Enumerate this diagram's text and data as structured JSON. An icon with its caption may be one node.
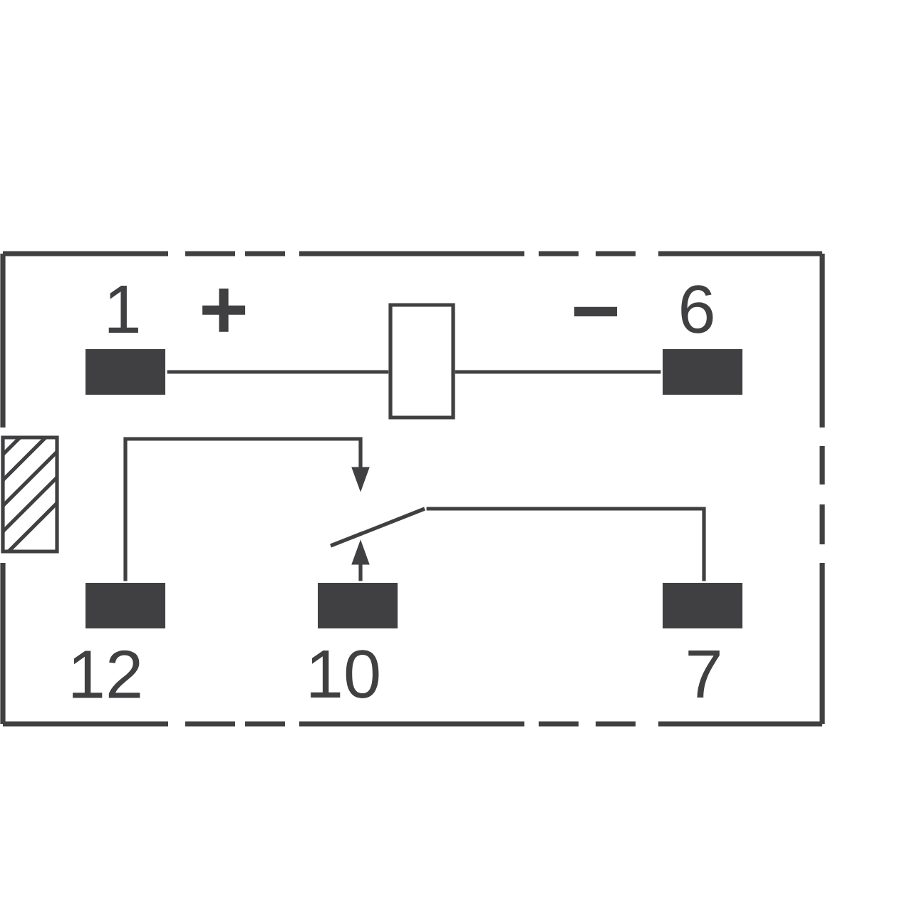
{
  "diagram": {
    "nodes": [
      {
        "text": [
          "1"
        ]
      },
      {
        "text": [],
        "shape": "box"
      },
      {
        "text": [
          "6"
        ]
      },
      {
        "text": [
          "12"
        ]
      },
      {
        "text": [
          "10"
        ]
      },
      {
        "text": [
          "7"
        ]
      },
      {
        "text": [],
        "shape": "switch"
      }
    ],
    "edges": [
      {
        "from": 0,
        "to": 1,
        "arrow": "none"
      },
      {
        "from": 1,
        "to": 2,
        "arrow": "none"
      },
      {
        "from": 3,
        "to": 6,
        "arrow": "to"
      },
      {
        "from": 4,
        "to": 6,
        "arrow": "to"
      },
      {
        "from": 5,
        "to": 6,
        "arrow": "none"
      }
    ],
    "labels": [
      "+",
      "−"
    ]
  }
}
